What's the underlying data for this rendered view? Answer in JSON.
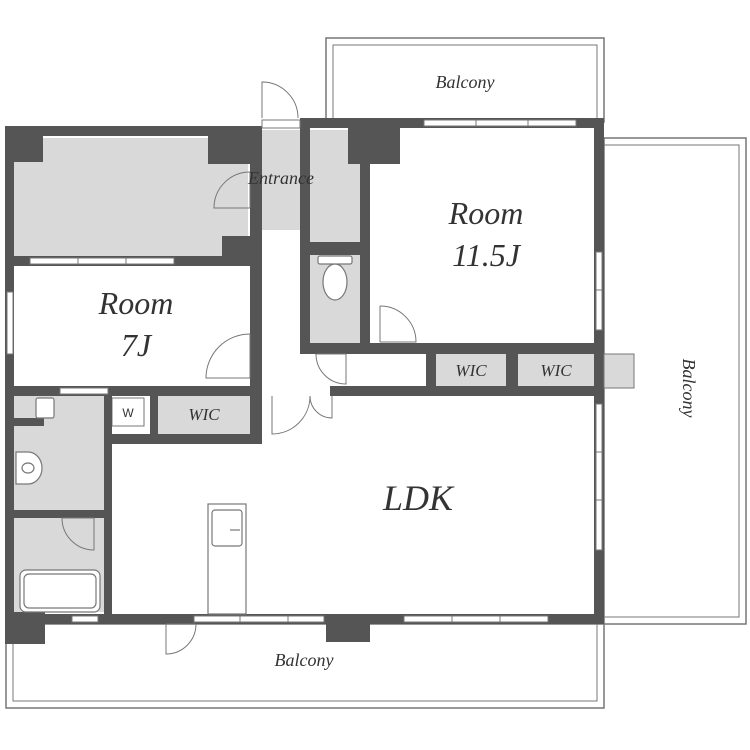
{
  "colors": {
    "wall": "#555555",
    "fill": "#d9d9d9",
    "line": "#777777",
    "text": "#333333"
  },
  "rooms": {
    "room_11_5": {
      "name": "Room",
      "size": "11.5J"
    },
    "room_7": {
      "name": "Room",
      "size": "7J"
    },
    "ldk": {
      "name": "LDK"
    },
    "entrance": {
      "name": "Entrance"
    },
    "wic_left": {
      "name": "WIC"
    },
    "wic_mid": {
      "name": "WIC"
    },
    "wic_right": {
      "name": "WIC"
    },
    "washer": {
      "name": "W"
    }
  },
  "balconies": {
    "top": {
      "name": "Balcony"
    },
    "right": {
      "name": "Balcony"
    },
    "bottom": {
      "name": "Balcony"
    }
  }
}
